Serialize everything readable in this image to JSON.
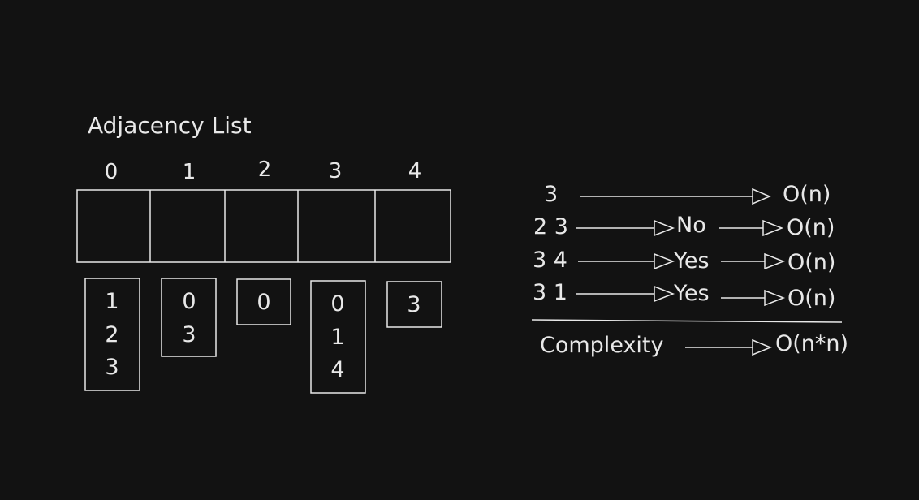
{
  "title": "Adjacency List",
  "indices": [
    "0",
    "1",
    "2",
    "3",
    "4"
  ],
  "lists": [
    [
      "1",
      "2",
      "3"
    ],
    [
      "0",
      "3"
    ],
    [
      "0"
    ],
    [
      "0",
      "1",
      "4"
    ],
    [
      "3"
    ]
  ],
  "analysis": {
    "rows": [
      {
        "left": "3",
        "middle": "",
        "result": "O(n)"
      },
      {
        "left": "2 3",
        "middle": "No",
        "result": "O(n)"
      },
      {
        "left": "3 4",
        "middle": "Yes",
        "result": "O(n)"
      },
      {
        "left": "3 1",
        "middle": "Yes",
        "result": "O(n)"
      }
    ],
    "total_label": "Complexity",
    "total_result": "O(n*n)"
  },
  "colors": {
    "background": "#121212",
    "stroke": "#e8e8e8"
  }
}
